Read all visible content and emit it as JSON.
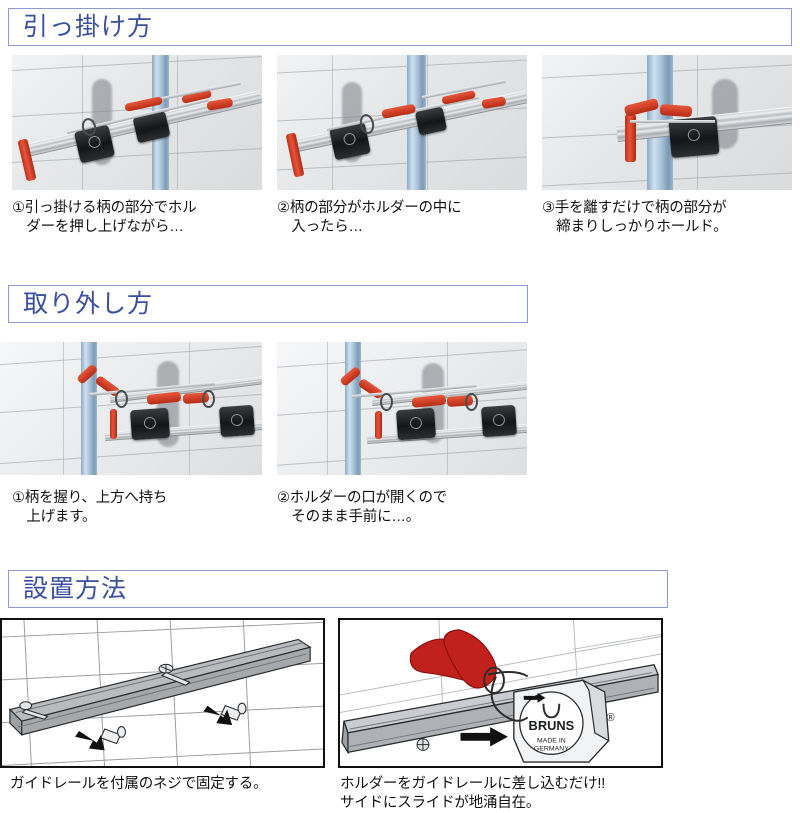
{
  "page": {
    "language": "ja",
    "accent_color": "#3b4fa0",
    "header_border_color": "#8a9bd0",
    "background_color": "#ffffff",
    "text_color": "#111111"
  },
  "sections": [
    {
      "id": "hook",
      "heading": "引っ掛け方",
      "steps": [
        {
          "number": "①",
          "caption": "①引っ掛ける柄の部分でホル\n　ダーを押し上げながら…",
          "image_alt": "壁のガイドレールに取り付けたホルダーへ柄を押し上げる写真"
        },
        {
          "number": "②",
          "caption": "②柄の部分がホルダーの中に\n　入ったら…",
          "image_alt": "柄がホルダーの中に入った状態の写真"
        },
        {
          "number": "③",
          "caption": "③手を離すだけで柄の部分が\n　締まりしっかりホールド。",
          "image_alt": "赤いグリップが柄を締め付けて保持している拡大写真"
        }
      ]
    },
    {
      "id": "remove",
      "heading": "取り外し方",
      "steps": [
        {
          "number": "①",
          "caption": "①柄を握り、上方へ持ち\n　上げます。",
          "image_alt": "柄を握って上方へ持ち上げている写真"
        },
        {
          "number": "②",
          "caption": "②ホルダーの口が開くので\n　そのまま手前に…。",
          "image_alt": "ホルダーの口が開いた状態の写真"
        }
      ]
    },
    {
      "id": "install",
      "heading": "設置方法",
      "steps": [
        {
          "number": "",
          "caption": "ガイドレールを付属のネジで固定する。",
          "image_alt": "ガイドレールをネジで壁に固定する説明イラスト"
        },
        {
          "number": "",
          "caption": "ホルダーをガイドレールに差し込むだけ!!\nサイドにスライドが地涌自在。",
          "image_alt": "ホルダーをガイドレールに差し込むイラスト"
        }
      ]
    }
  ],
  "brand": {
    "name": "BRUNS",
    "origin_line_1": "MADE IN",
    "origin_line_2": "GERMANY",
    "registered_mark": "®"
  }
}
